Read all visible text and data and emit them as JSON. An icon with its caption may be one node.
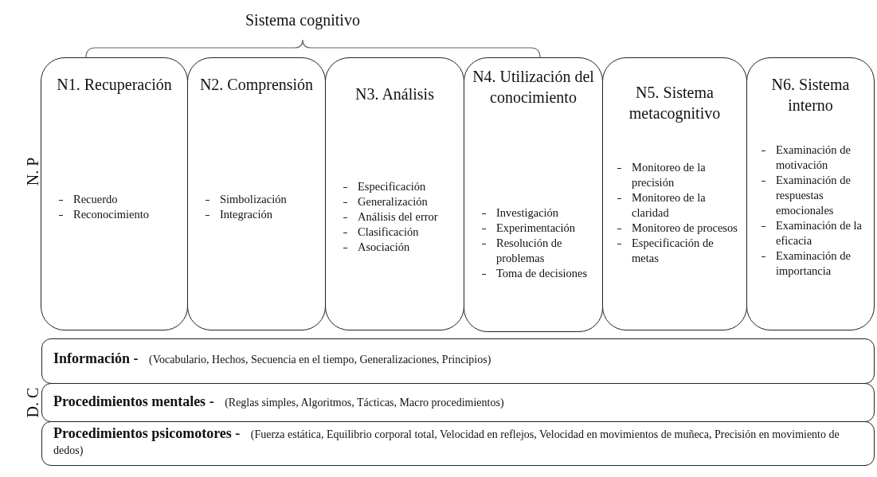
{
  "diagram": {
    "nodes": [
      {
        "text": [
          "N1. Recuperación",
          "Recuerdo",
          "Reconocimiento"
        ]
      },
      {
        "text": [
          "N2. Comprensión",
          "Simbolización",
          "Integración"
        ]
      },
      {
        "text": [
          "N3. Análisis",
          "Especificación",
          "Generalización",
          "Análisis del error",
          "Clasificación",
          "Asociación"
        ]
      },
      {
        "text": [
          "N4. Utilización del conocimiento",
          "Investigación",
          "Experimentación",
          "Resolución de problemas",
          "Toma de decisiones"
        ]
      },
      {
        "text": [
          "N5. Sistema metacognitivo",
          "Monitoreo de la precisión",
          "Monitoreo de la claridad",
          "Monitoreo de procesos",
          "Especificación de metas"
        ]
      },
      {
        "text": [
          "N6. Sistema interno",
          "Examinación de motivación",
          "Examinación de respuestas emocionales",
          "Examinación de la eficacia",
          "Examinación de importancia"
        ]
      },
      {
        "text": [
          "**Información -** (Vocabulario, Hechos, Secuencia en el tiempo, Generalizaciones, Principios)"
        ]
      },
      {
        "text": [
          "**Procedimientos mentales -** (Reglas simples, Algoritmos, Tácticas, Macro procedimientos)"
        ]
      },
      {
        "text": [
          "**Procedimientos psicomotores -** (Fuerza estática, Equilibrio corporal total, Velocidad en reflejos, Velocidad en movimientos de muñeca, Precisión en movimiento de dedos)"
        ]
      }
    ],
    "labels": [
      "Sistema cognitivo",
      "N. P",
      "D. C"
    ]
  }
}
